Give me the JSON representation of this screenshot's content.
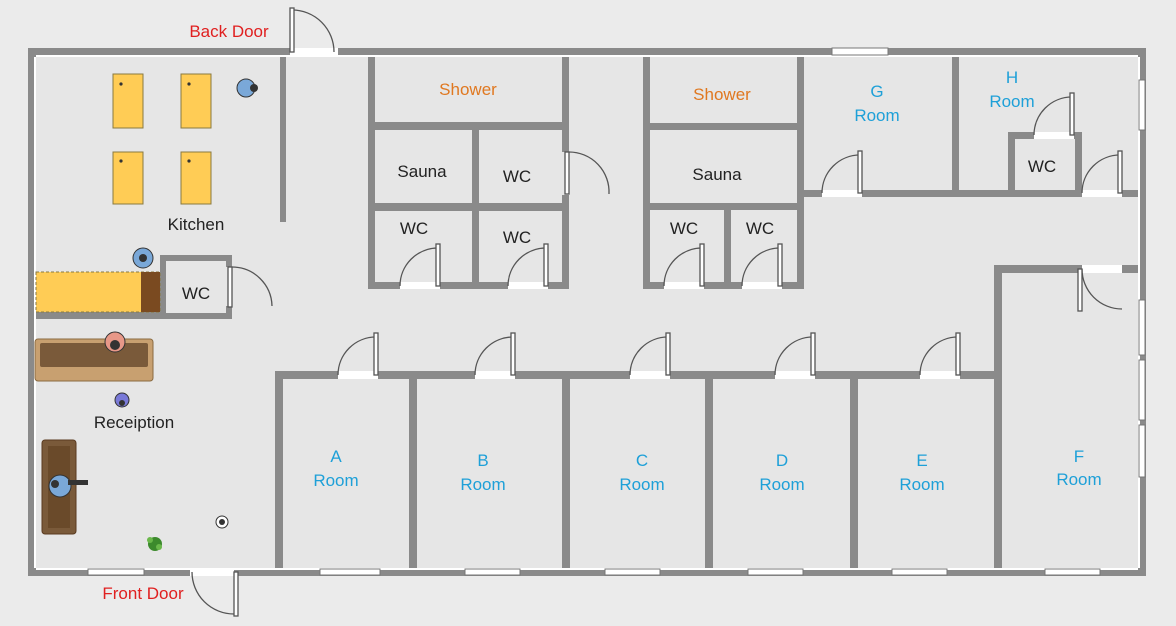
{
  "colors": {
    "background": "#ebebeb",
    "floor": "#e3e3e3",
    "wall_outer": "#8a8a8a",
    "wall_inner": "#ffffff",
    "door_label": "#e02020",
    "room_label": "#1ea0d8",
    "shower_label": "#e07820",
    "text": "#222222",
    "table": "#ffcc55",
    "sofa": "#c8a070",
    "plant": "#3c8a2c"
  },
  "labels": {
    "back_door": "Back Door",
    "front_door": "Front Door",
    "kitchen": "Kitchen",
    "reception": "Receiption",
    "shower_left": "Shower",
    "shower_right": "Shower",
    "sauna_left": "Sauna",
    "sauna_right": "Sauna",
    "wc": "WC",
    "room_word": "Room"
  },
  "rooms": [
    {
      "letter": "A",
      "word": "Room"
    },
    {
      "letter": "B",
      "word": "Room"
    },
    {
      "letter": "C",
      "word": "Room"
    },
    {
      "letter": "D",
      "word": "Room"
    },
    {
      "letter": "E",
      "word": "Room"
    },
    {
      "letter": "F",
      "word": "Room"
    },
    {
      "letter": "G",
      "word": "Room"
    },
    {
      "letter": "H",
      "word": "Room"
    }
  ]
}
